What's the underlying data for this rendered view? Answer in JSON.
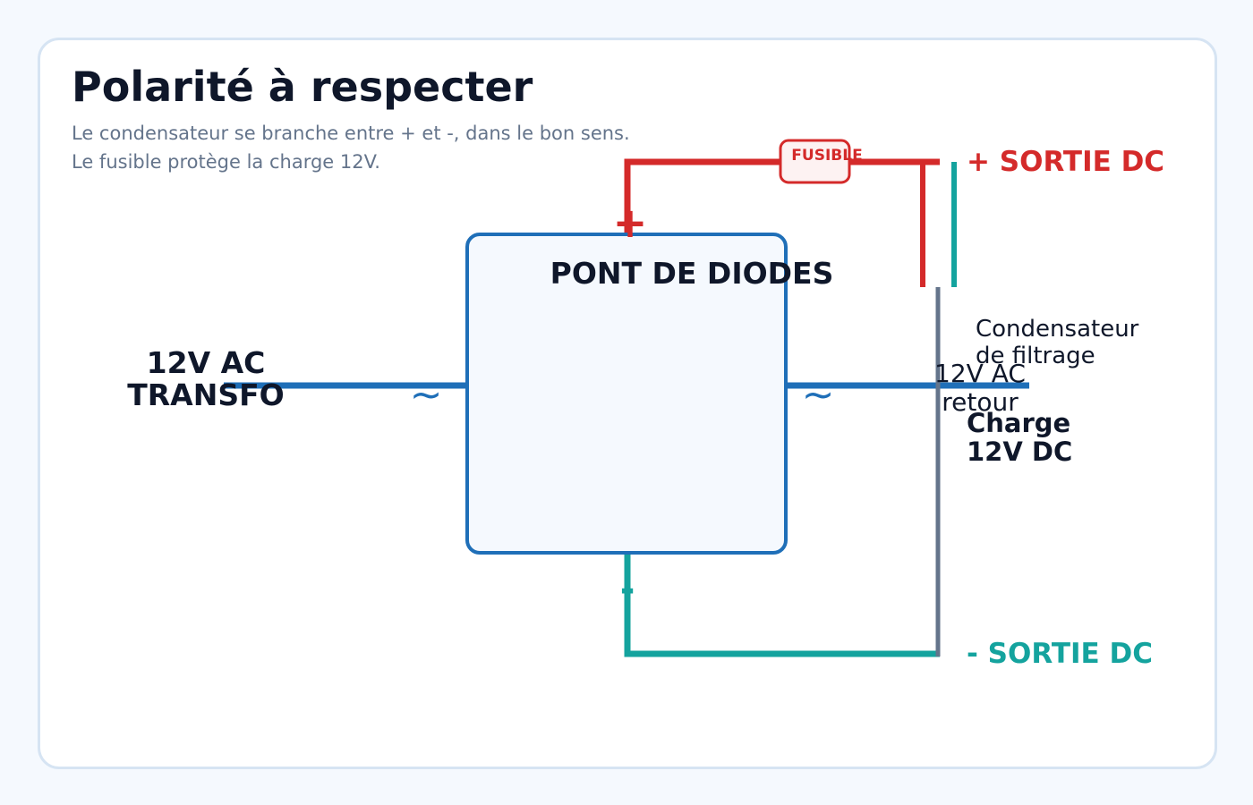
{
  "header": {
    "title": "Polarité à respecter",
    "subtitle_line1": "Le condensateur se branche entre + et -, dans le bon sens.",
    "subtitle_line2": "Le fusible protège la charge 12V."
  },
  "diagram": {
    "bridge_label": "PONT DE DIODES",
    "source_label_line1": "12V AC",
    "source_label_line2": "TRANSFO",
    "ac_symbol": "~",
    "plus_symbol": "+",
    "minus_symbol": "-",
    "fuse_label": "FUSIBLE",
    "dc_plus_label": "+ SORTIE DC",
    "dc_minus_label": "- SORTIE DC",
    "capacitor_label_line1": "Condensateur",
    "capacitor_label_line2": "de filtrage",
    "ac_return_line1": "12V AC",
    "ac_return_line2": "retour",
    "load_label_line1": "Charge",
    "load_label_line2": "12V DC"
  },
  "colors": {
    "ac_wire": "#1f6fb8",
    "positive": "#d42a2a",
    "negative": "#14a39e",
    "neutral": "#64748b",
    "text_dark": "#0f172a",
    "text_muted": "#64748b"
  }
}
